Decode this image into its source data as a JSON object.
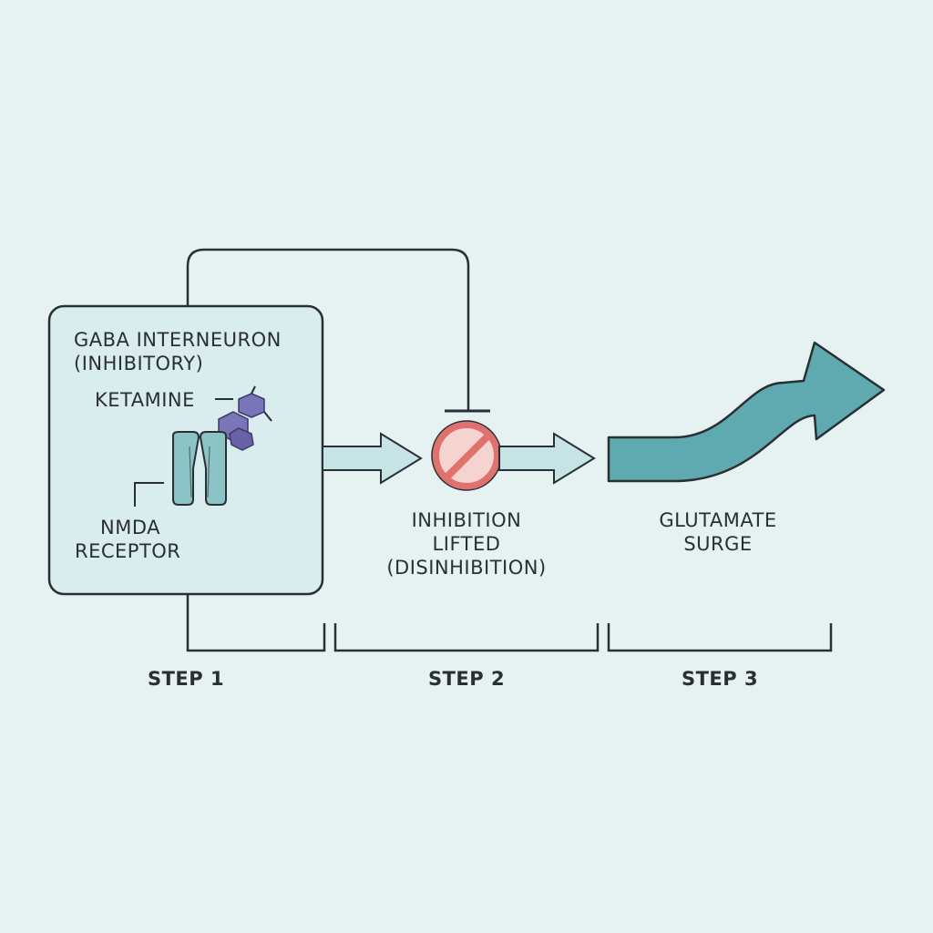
{
  "labels": {
    "interneuron_line1": "GABA INTERNEURON",
    "interneuron_line2": "(INHIBITORY)",
    "ketamine": "KETAMINE",
    "nmda_line1": "NMDA",
    "nmda_line2": "RECEPTOR",
    "inhibition_line1": "INHIBITION",
    "inhibition_line2": "LIFTED",
    "inhibition_line3": "(DISINHIBITION)",
    "glutamate_line1": "GLUTAMATE",
    "glutamate_line2": "SURGE"
  },
  "steps": [
    "STEP 1",
    "STEP 2",
    "STEP 3"
  ],
  "colors": {
    "background": "#e6f2f2",
    "line": "#2a2f33",
    "box_fill": "#d9ecee",
    "receptor": "#8cc3c6",
    "ketamine": "#7a74b8",
    "block_symbol": "#e0726d",
    "arrow_light": "#c6e4e5",
    "arrow_main": "#5fa9b0"
  },
  "icons": [
    "ketamine-molecule-icon",
    "nmda-receptor-icon",
    "no-entry-icon"
  ]
}
